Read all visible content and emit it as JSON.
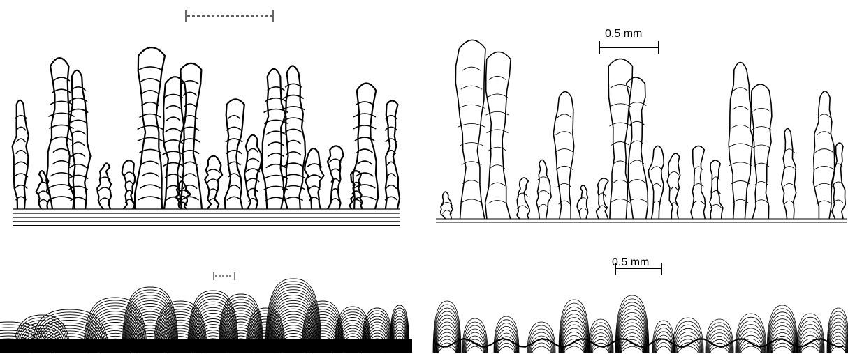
{
  "panels": [
    {
      "id": "top-left",
      "scale_label": ""
    },
    {
      "id": "top-right",
      "scale_label": "0.5 mm"
    },
    {
      "id": "bottom-left",
      "scale_label": ""
    },
    {
      "id": "bottom-right",
      "scale_label": "0.5 mm"
    }
  ],
  "colors": {
    "ink": "#000000",
    "paper": "#ffffff"
  }
}
